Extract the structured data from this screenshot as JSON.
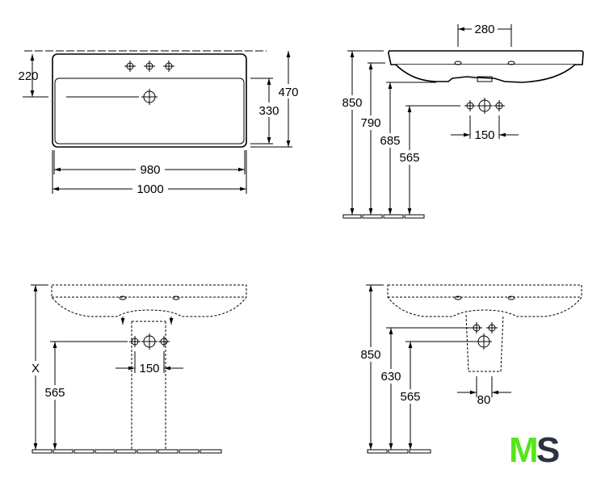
{
  "views": {
    "plan": {
      "dims": {
        "tap_offset": "220",
        "depth": "470",
        "bowl_depth": "330",
        "bowl_width": "980",
        "width": "1000"
      }
    },
    "side": {
      "dims": {
        "height_top": "850",
        "height_rim": "790",
        "height_bottom": "685",
        "height_supply": "565",
        "tap_spacing": "280",
        "supply_spacing": "150"
      }
    },
    "pedestal": {
      "dims": {
        "height_variable": "X",
        "height_supply": "565",
        "supply_spacing": "150"
      }
    },
    "semi_pedestal": {
      "dims": {
        "height_top": "850",
        "height_drain": "630",
        "height_supply": "565",
        "supply_spacing": "80"
      }
    }
  },
  "logo": {
    "text_m": "M",
    "text_s": "S",
    "color_m": "#55e619",
    "color_s": "#2b3340"
  }
}
